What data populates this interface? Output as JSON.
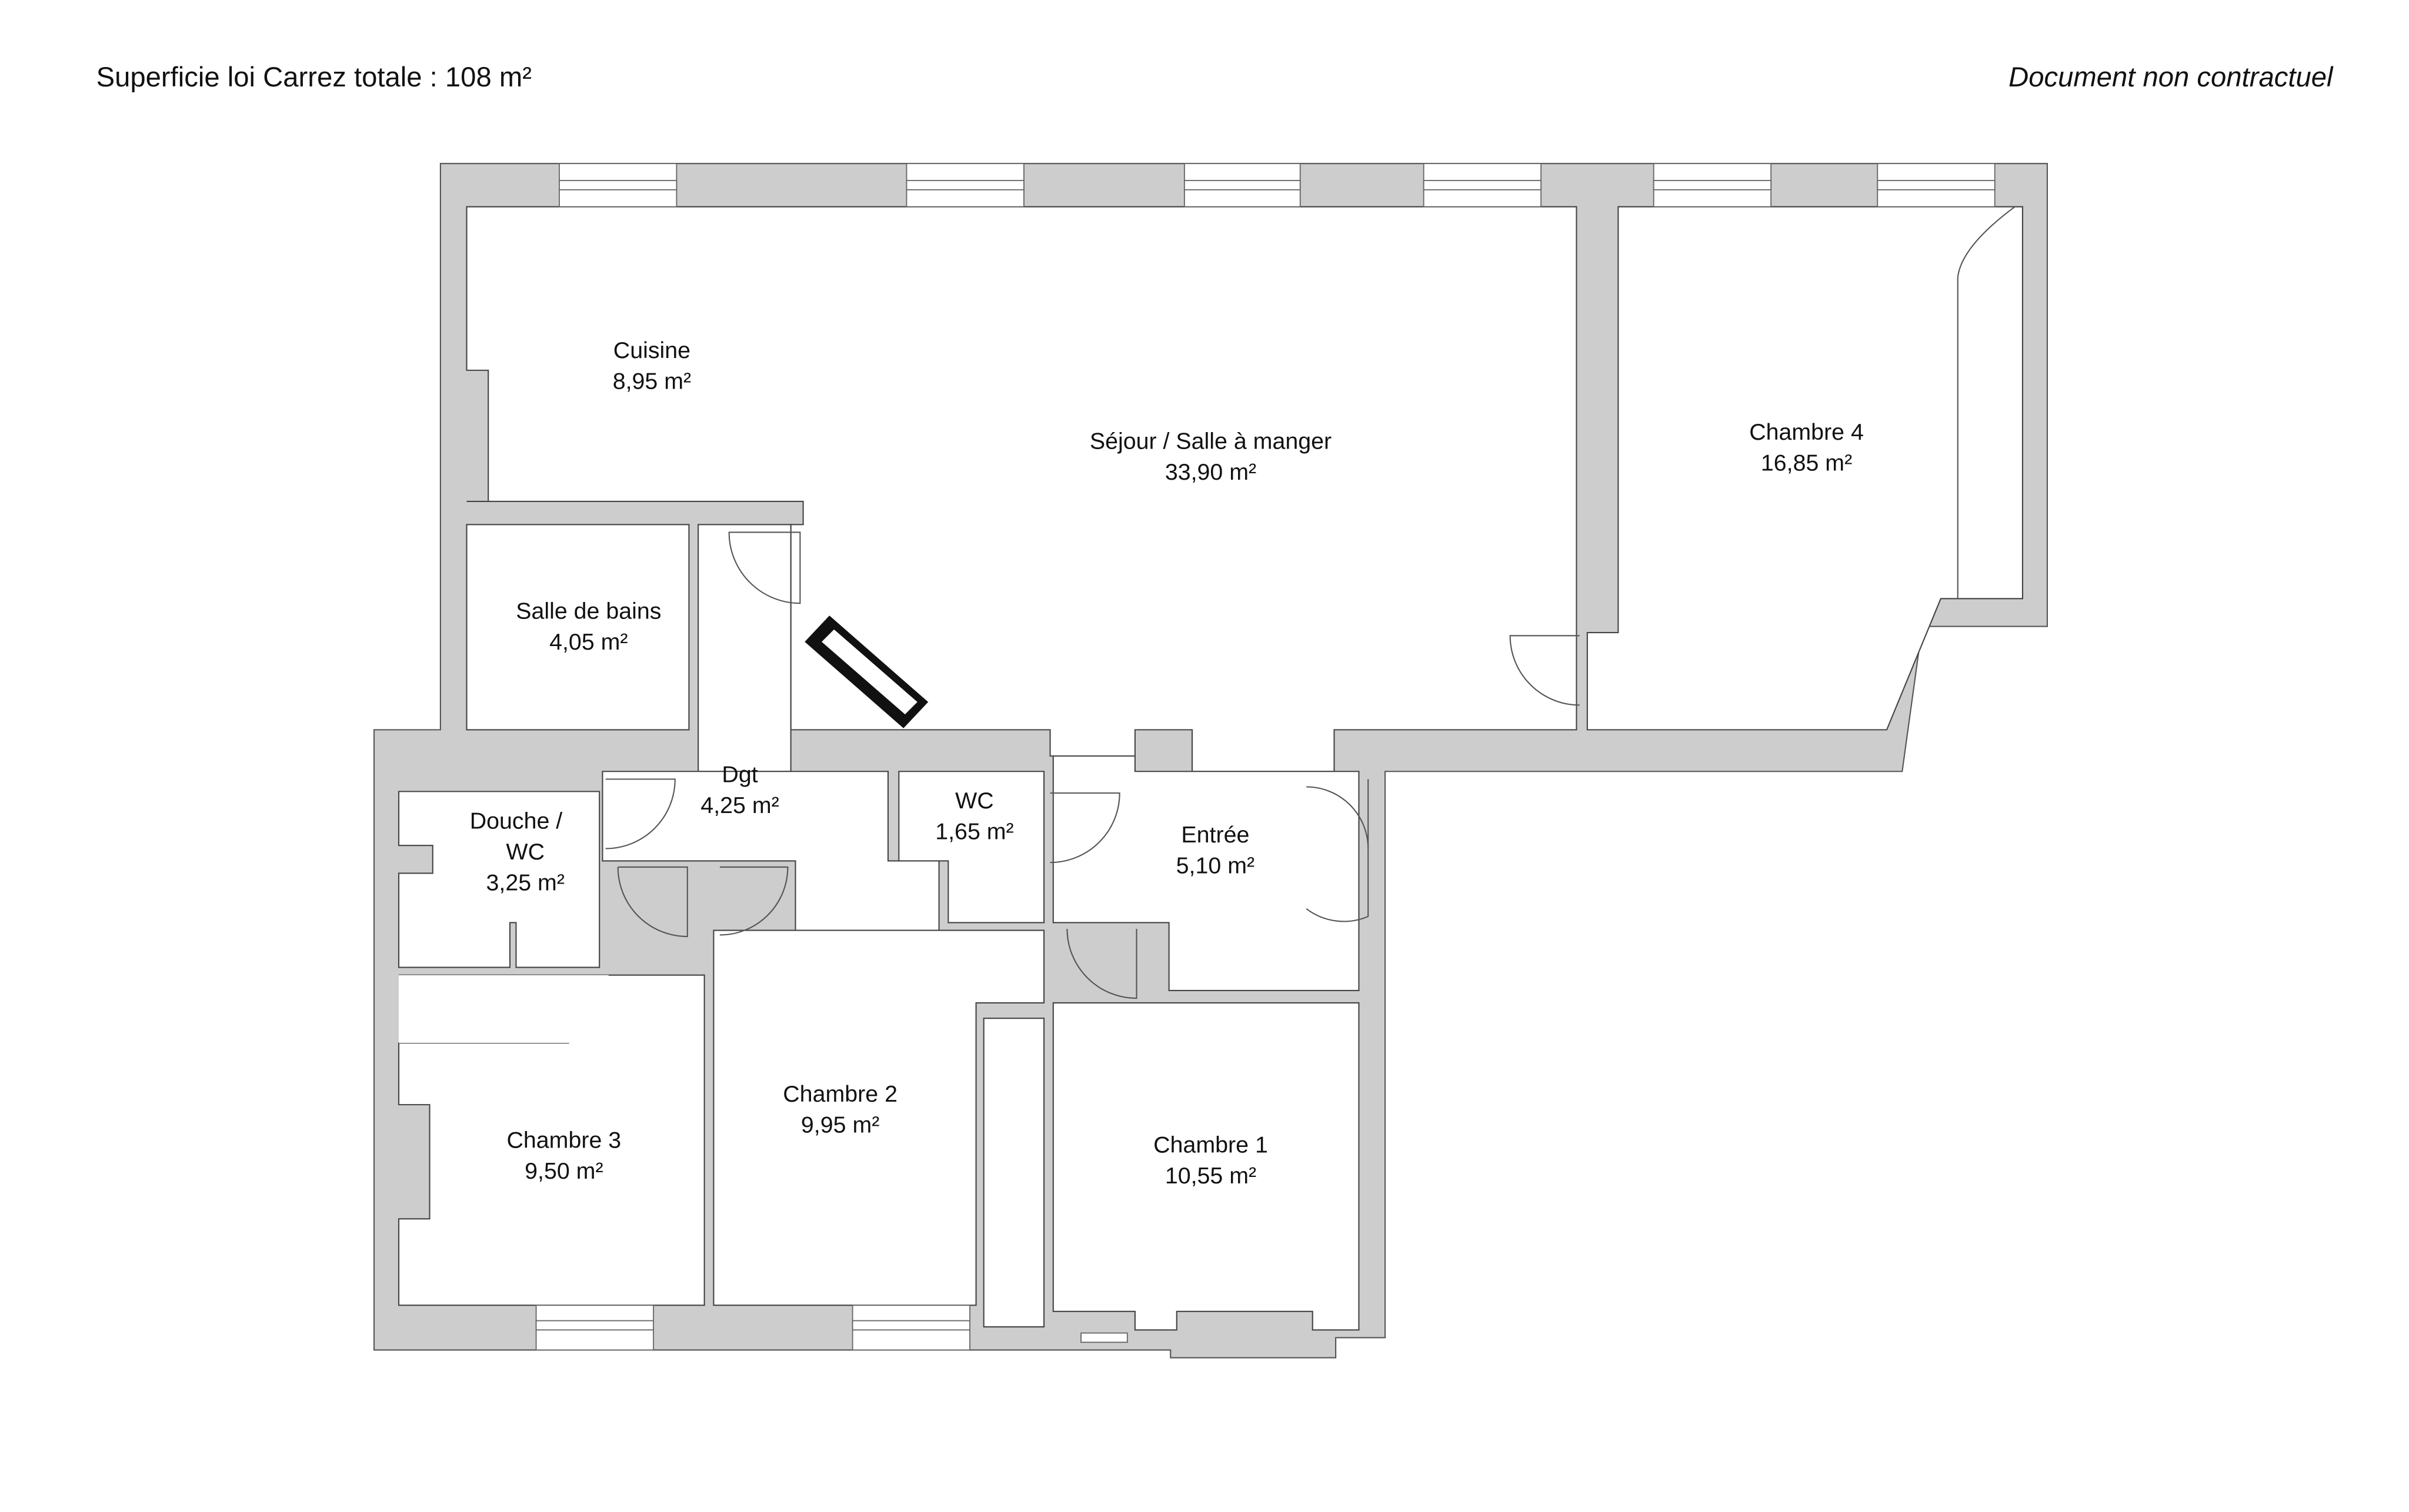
{
  "header": {
    "total_area": "Superficie loi Carrez totale :  108 m²",
    "disclaimer": "Document non contractuel"
  },
  "rooms": {
    "cuisine": {
      "name": "Cuisine",
      "area": "8,95 m²"
    },
    "sejour": {
      "name": "Séjour / Salle à manger",
      "area": "33,90 m²"
    },
    "chambre4": {
      "name": "Chambre 4",
      "area": "16,85 m²"
    },
    "sdb": {
      "name": "Salle de bains",
      "area": "4,05 m²"
    },
    "dgt": {
      "name": "Dgt",
      "area": "4,25 m²"
    },
    "wc": {
      "name": "WC",
      "area": "1,65 m²"
    },
    "entree": {
      "name": "Entrée",
      "area": "5,10 m²"
    },
    "douche_l1": "Douche /",
    "douche_l2": "WC",
    "douche_area": "3,25 m²",
    "chambre3": {
      "name": "Chambre 3",
      "area": "9,50 m²"
    },
    "chambre2": {
      "name": "Chambre 2",
      "area": "9,95 m²"
    },
    "chambre1": {
      "name": "Chambre 1",
      "area": "10,55 m²"
    }
  }
}
